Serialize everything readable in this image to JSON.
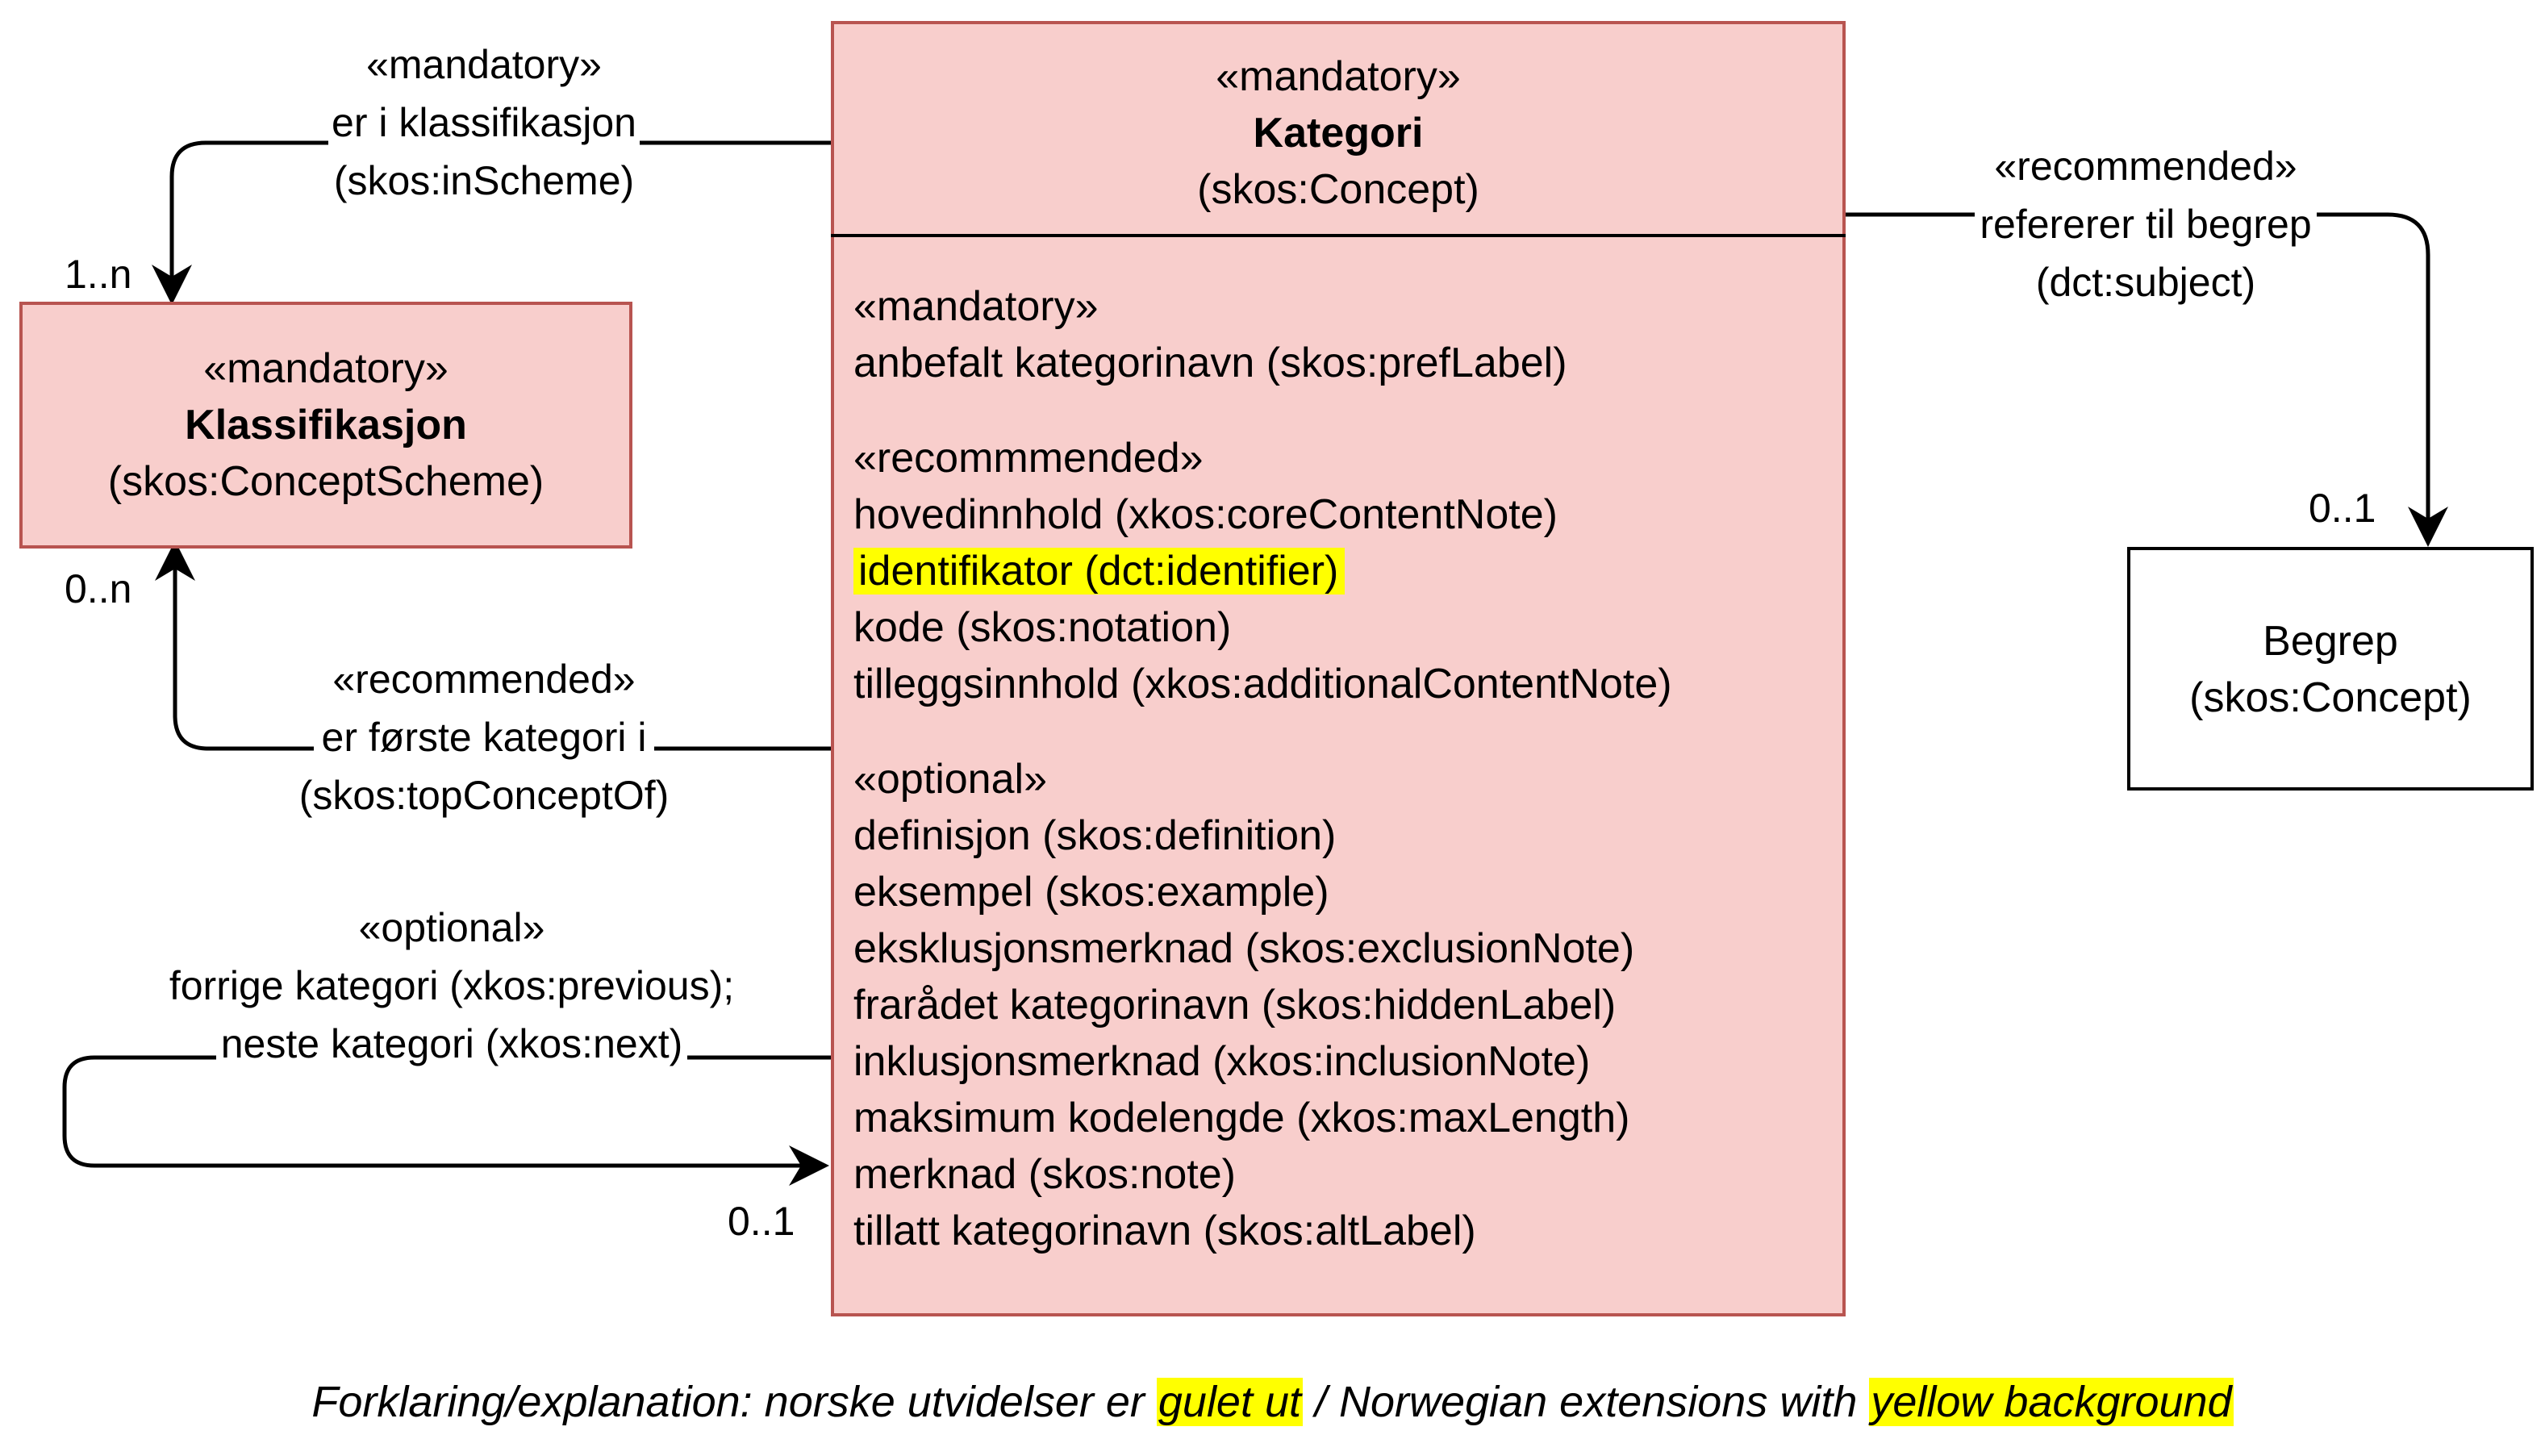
{
  "kategori": {
    "stereotype": "«mandatory»",
    "name": "Kategori",
    "type": "(skos:Concept)",
    "groups": [
      {
        "stereotype": "«mandatory»",
        "attributes": [
          {
            "text": "anbefalt kategorinavn (skos:prefLabel)",
            "highlight": false
          }
        ]
      },
      {
        "stereotype": "«recommmended»",
        "attributes": [
          {
            "text": "hovedinnhold (xkos:coreContentNote)",
            "highlight": false
          },
          {
            "text": "identifikator (dct:identifier)",
            "highlight": true
          },
          {
            "text": "kode (skos:notation)",
            "highlight": false
          },
          {
            "text": "tilleggsinnhold (xkos:additionalContentNote)",
            "highlight": false
          }
        ]
      },
      {
        "stereotype": "«optional»",
        "attributes": [
          {
            "text": "definisjon (skos:definition)",
            "highlight": false
          },
          {
            "text": "eksempel (skos:example)",
            "highlight": false
          },
          {
            "text": "eksklusjonsmerknad (skos:exclusionNote)",
            "highlight": false
          },
          {
            "text": "frarådet kategorinavn (skos:hiddenLabel)",
            "highlight": false
          },
          {
            "text": "inklusjonsmerknad (xkos:inclusionNote)",
            "highlight": false
          },
          {
            "text": "maksimum kodelengde (xkos:maxLength)",
            "highlight": false
          },
          {
            "text": "merknad (skos:note)",
            "highlight": false
          },
          {
            "text": "tillatt kategorinavn (skos:altLabel)",
            "highlight": false
          }
        ]
      }
    ]
  },
  "klassifikasjon": {
    "stereotype": "«mandatory»",
    "name": "Klassifikasjon",
    "type": "(skos:ConceptScheme)"
  },
  "begrep": {
    "name": "Begrep",
    "type": "(skos:Concept)"
  },
  "relations": {
    "in_scheme": {
      "stereotype": "«mandatory»",
      "name": "er i klassifikasjon",
      "property": "(skos:inScheme)",
      "cardinality": "1..n"
    },
    "top_concept": {
      "stereotype": "«recommended»",
      "name": "er første kategori i",
      "property": "(skos:topConceptOf)",
      "cardinality": "0..n"
    },
    "prev_next": {
      "stereotype": "«optional»",
      "name1": "forrige kategori (xkos:previous);",
      "name2": "neste kategori (xkos:next)",
      "cardinality": "0..1"
    },
    "subject": {
      "stereotype": "«recommended»",
      "name": "refererer til begrep",
      "property": "(dct:subject)",
      "cardinality": "0..1"
    }
  },
  "footer": {
    "part1": "Forklaring/explanation: norske utvidelser er ",
    "highlight1": "gulet ut",
    "part2": " / Norwegian extensions with ",
    "highlight2": "yellow background"
  },
  "colors": {
    "box_fill": "#f8cecc",
    "box_border": "#b85450",
    "highlight": "#ffff00"
  }
}
